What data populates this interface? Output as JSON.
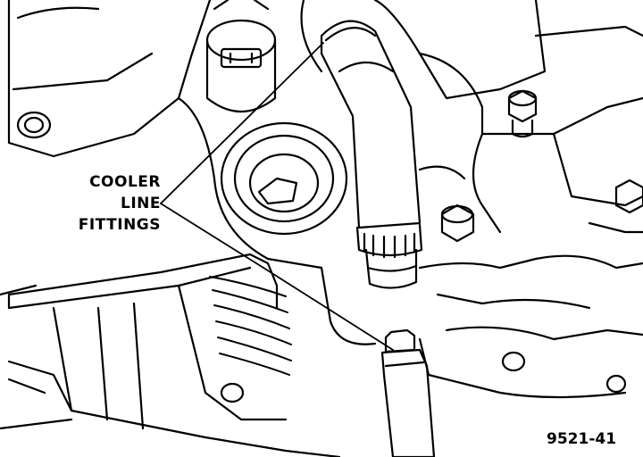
{
  "callout": {
    "line1": "COOLER",
    "line2": "LINE",
    "line3": "FITTINGS"
  },
  "figure_id": "9521-41"
}
